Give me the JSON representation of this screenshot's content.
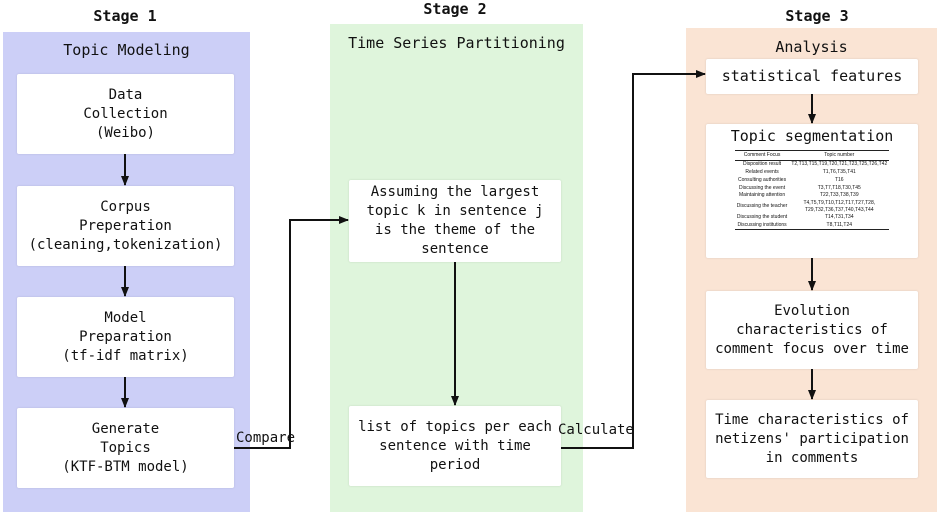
{
  "stages": [
    {
      "title": "Stage 1",
      "panel_title": "Topic Modeling",
      "color": "#cccff7",
      "boxes": [
        {
          "lines": [
            "Data",
            "Collection",
            "(Weibo)"
          ]
        },
        {
          "lines": [
            "Corpus",
            "Preperation",
            "(cleaning,tokenization)"
          ]
        },
        {
          "lines": [
            "Model",
            "Preparation",
            "(tf-idf matrix)"
          ]
        },
        {
          "lines": [
            "Generate",
            "Topics",
            "(KTF-BTM model)"
          ]
        }
      ]
    },
    {
      "title": "Stage 2",
      "panel_title": "Time Series Partitioning",
      "color": "#dff5dc",
      "boxes": [
        {
          "lines": [
            "Assuming the largest",
            "topic k in sentence j",
            "is the theme of the",
            "sentence"
          ]
        },
        {
          "lines": [
            "list of topics per each",
            "sentence with time",
            "period"
          ]
        }
      ]
    },
    {
      "title": "Stage 3",
      "panel_title": "Analysis",
      "color": "#fae4d4",
      "boxes": [
        {
          "lines": [
            "statistical features"
          ]
        },
        {
          "title": "Topic segmentation"
        },
        {
          "lines": [
            "Evolution",
            "characteristics of",
            "comment focus over time"
          ]
        },
        {
          "lines": [
            "Time characteristics of",
            "netizens' participation",
            "in comments"
          ]
        }
      ]
    }
  ],
  "edge_labels": {
    "compare": "Compare",
    "calculate": "Calculate"
  },
  "topic_table": {
    "headers": [
      "Comment Focus",
      "Topic number"
    ],
    "rows": [
      [
        "Disposition result",
        "T2,T13,T15,T19,T20,T21,T23,T25,T26,T42"
      ],
      [
        "Related events",
        "T1,T6,T35,T41"
      ],
      [
        "Consulting authorities",
        "T16"
      ],
      [
        "Discussing the event",
        "T3,T7,T18,T30,T45"
      ],
      [
        "Maintaining attention",
        "T22,T33,T38,T39"
      ],
      [
        "Discussing the teacher",
        "T4,T5,T9,T10,T12,T17,T27,T28,\nT29,T32,T36,T37,T40,T43,T44"
      ],
      [
        "Discussing the student",
        "T14,T31,T34"
      ],
      [
        "Discussing institutions",
        "T8,T11,T24"
      ]
    ]
  }
}
